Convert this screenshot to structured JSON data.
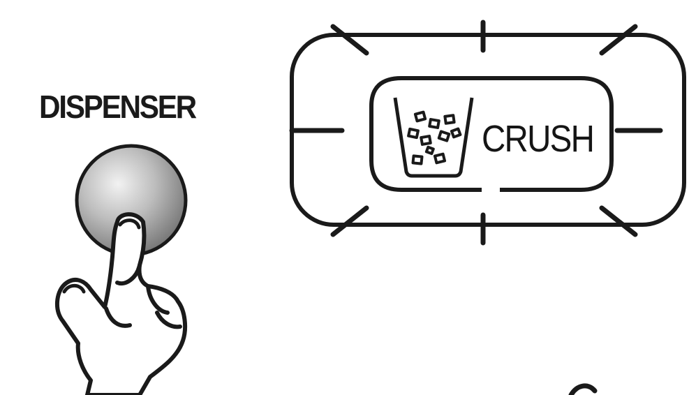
{
  "dispenser": {
    "label": "DISPENSER",
    "button_icon": "round-button-icon",
    "pointer_icon": "pointing-hand-icon"
  },
  "display": {
    "mode_label": "CRUSH",
    "mode_icon": "crushed-ice-cup-icon",
    "state": "flashing"
  },
  "colors": {
    "line": "#1a1a1a",
    "button_light": "#e9e9e9",
    "button_dark": "#6e6e6e"
  }
}
